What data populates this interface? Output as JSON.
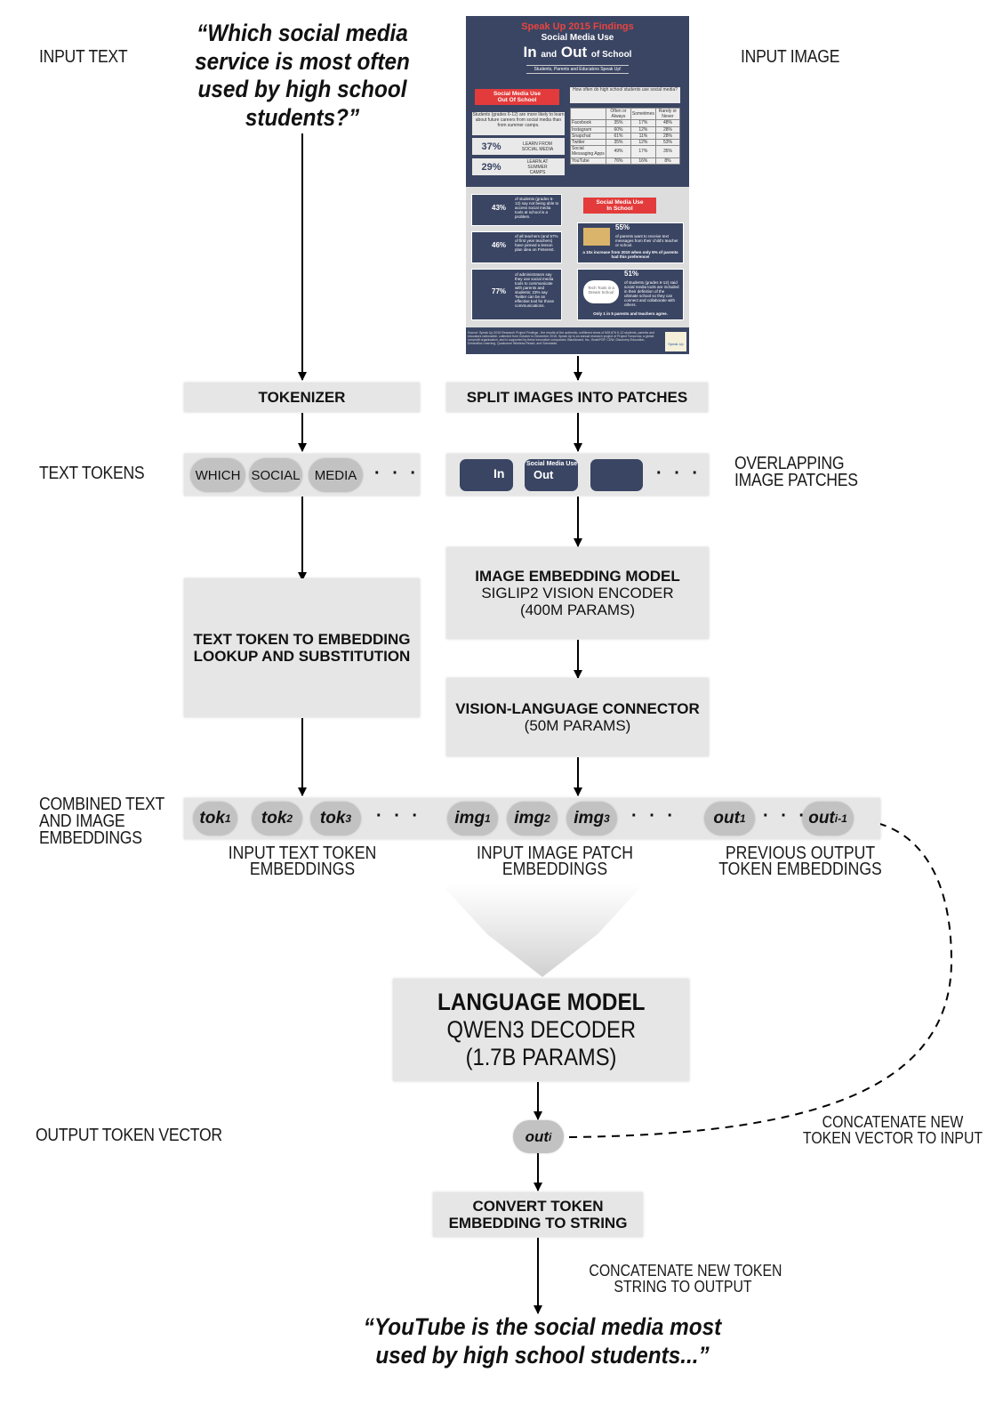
{
  "labels": {
    "input_text": "INPUT TEXT",
    "input_image": "INPUT IMAGE",
    "text_tokens": "TEXT TOKENS",
    "overlapping_patches": [
      "OVERLAPPING",
      "IMAGE PATCHES"
    ],
    "combined": [
      "COMBINED TEXT",
      "AND IMAGE",
      "EMBEDDINGS"
    ],
    "input_text_token_embeddings": [
      "INPUT TEXT TOKEN",
      "EMBEDDINGS"
    ],
    "input_image_patch_embeddings": [
      "INPUT IMAGE PATCH",
      "EMBEDDINGS"
    ],
    "previous_output_embeddings": [
      "PREVIOUS OUTPUT",
      "TOKEN EMBEDDINGS"
    ],
    "output_token_vector": "OUTPUT TOKEN VECTOR",
    "concat_vector": [
      "CONCATENATE NEW",
      "TOKEN VECTOR TO INPUT"
    ],
    "concat_string": [
      "CONCATENATE NEW TOKEN",
      "STRING TO OUTPUT"
    ]
  },
  "input_question": [
    "“Which social media",
    "service is most often",
    "used by high school",
    "students?”"
  ],
  "output_answer": [
    "“YouTube is the social media most",
    "used by high school students...”"
  ],
  "boxes": {
    "tokenizer": "TOKENIZER",
    "split_patches": "SPLIT IMAGES INTO PATCHES",
    "lookup": [
      "TEXT TOKEN TO EMBEDDING",
      "LOOKUP AND SUBSTITUTION"
    ],
    "image_model": {
      "title": "IMAGE EMBEDDING MODEL",
      "line1": "SIGLIP2 VISION ENCODER",
      "line2": "(400M PARAMS)"
    },
    "connector": {
      "title": "VISION-LANGUAGE CONNECTOR",
      "line1": "(50M PARAMS)"
    },
    "language_model": {
      "title": "LANGUAGE MODEL",
      "line1": "QWEN3 DECODER",
      "line2": "(1.7B PARAMS)"
    },
    "convert": [
      "CONVERT TOKEN",
      "EMBEDDING TO STRING"
    ]
  },
  "text_tokens": [
    "WHICH",
    "SOCIAL",
    "MEDIA"
  ],
  "ellipsis": "· · ·",
  "embeddings": {
    "tok": [
      {
        "base": "tok",
        "sub": "1"
      },
      {
        "base": "tok",
        "sub": "2"
      },
      {
        "base": "tok",
        "sub": "3"
      }
    ],
    "img": [
      {
        "base": "img",
        "sub": "1"
      },
      {
        "base": "img",
        "sub": "2"
      },
      {
        "base": "img",
        "sub": "3"
      }
    ],
    "out": [
      {
        "base": "out",
        "sub": "1"
      },
      {
        "base": "out",
        "sub": "i-1"
      }
    ],
    "out_current": {
      "base": "out",
      "sub": "i"
    }
  },
  "infographic": {
    "title1": "Speak Up 2015 Findings",
    "title2": "Social Media Use",
    "title3_in": "In",
    "title3_and": "and",
    "title3_out": "Out",
    "title3_school": "of School",
    "subtitle": "Students, Parents and Educators Speak Up!",
    "banner_out": [
      "Social Media Use",
      "Out Of School"
    ],
    "out_desc": "Students (grades 6-12) are more likely to learn about future careers from social media than from summer camps.",
    "stat1": {
      "pct": "37%",
      "text": "LEARN FROM SOCIAL MEDIA"
    },
    "stat2": {
      "pct": "29%",
      "text": "LEARN AT SUMMER CAMPS"
    },
    "question": "How often do high school students use social media?",
    "table_header": [
      "",
      "Often or Always",
      "Sometimes",
      "Rarely or Never"
    ],
    "table_rows": [
      [
        "Facebook",
        "35%",
        "17%",
        "48%"
      ],
      [
        "Instagram",
        "60%",
        "12%",
        "28%"
      ],
      [
        "Snapchat",
        "61%",
        "11%",
        "28%"
      ],
      [
        "Twitter",
        "35%",
        "12%",
        "53%"
      ],
      [
        "Social Messaging Apps",
        "49%",
        "17%",
        "35%"
      ],
      [
        "YouTube",
        "76%",
        "16%",
        "8%"
      ]
    ],
    "banner_in": [
      "Social Media Use",
      "In School"
    ],
    "s43": {
      "pct": "43%",
      "text": "of students (grades 6-12) say not being able to access social media tools at school is a problem."
    },
    "s46": {
      "pct": "46%",
      "text": "of all teachers (and 57% of first year teachers) have pinned a lesson plan idea on Pinterest."
    },
    "s77": {
      "pct": "77%",
      "text": "of administrators say they use social media tools to communicate with parents and students; 23% say Twitter can be an effective tool for those communications."
    },
    "s55": {
      "pct": "55%",
      "text": "of parents want to receive text messages from their child's teacher or school.",
      "note": "a 10x increase from 2010 when only 5% of parents had this preference!"
    },
    "s51": {
      "pct": "51%",
      "text": "of students (grades 6-12) said social media tools are included in their definition of the ultimate school so they can connect and collaborate with others.",
      "note": "Only 1 in 5 parents and teachers agree.",
      "cloud": "Tech Tools in a Dream School"
    },
    "footer": "Source: Speak Up 2015 Research Project Findings - the results of the authentic, unfiltered views of 505,676 K-12 students, parents and educators nationwide, collected from October to December 2015. Speak Up is an annual research project of Project Tomorrow, a global nonprofit organization, and is supported by these innovative companies: Blackboard, Inc., BrainPOP, CDW, Discovery Education, DreamBox Learning, Qualcomm Wireless Reach, and Scholastic.",
    "logo": "Speak Up"
  },
  "colors": {
    "box": "#e6e6e6",
    "pill": "#c2c2c2",
    "infographic_navy": "#3a4563",
    "infographic_red": "#e33b3b"
  }
}
